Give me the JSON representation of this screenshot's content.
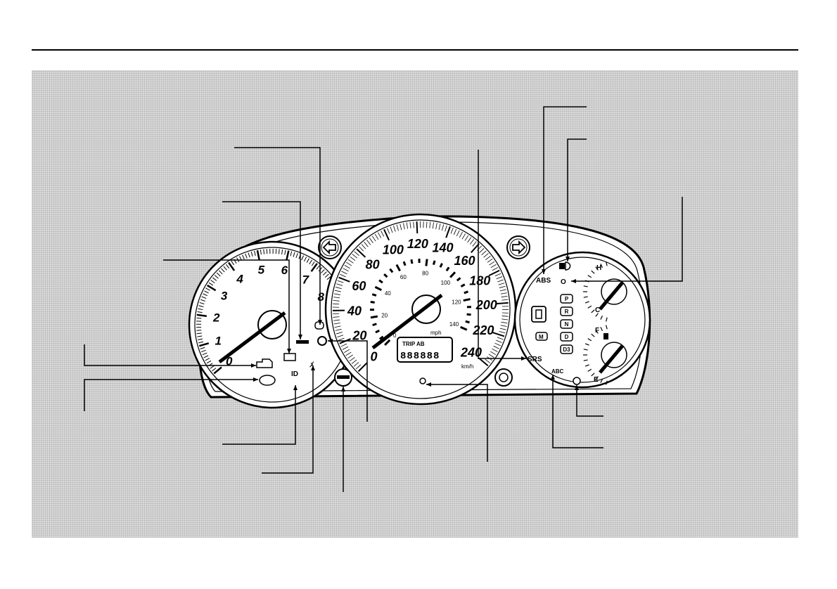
{
  "tachometer": {
    "labels": [
      "0",
      "1",
      "2",
      "3",
      "4",
      "5",
      "6",
      "7",
      "8"
    ]
  },
  "speedometer": {
    "kmh_labels": [
      "0",
      "20",
      "40",
      "60",
      "80",
      "100",
      "120",
      "140",
      "160",
      "180",
      "200",
      "220",
      "240"
    ],
    "mph_labels": [
      "0",
      "20",
      "40",
      "60",
      "80",
      "100",
      "120",
      "140"
    ],
    "kmh_unit": "km/h",
    "mph_unit": "mph",
    "trip_label": "TRIP AB",
    "odometer": "888888"
  },
  "right_gauge": {
    "abs_label": "ABS",
    "srs_label": "SRS",
    "gear_positions": [
      "P",
      "R",
      "N",
      "D",
      "D3"
    ],
    "mode_label": "M",
    "temp_hot": "H",
    "temp_cold": "C",
    "fuel_full": "F",
    "fuel_empty": "E"
  },
  "icons": {
    "left_turn": "arrow-left-icon",
    "right_turn": "arrow-right-icon"
  },
  "colors": {
    "ink": "#000000",
    "background": "#d9d9d9",
    "face": "#ffffff"
  }
}
